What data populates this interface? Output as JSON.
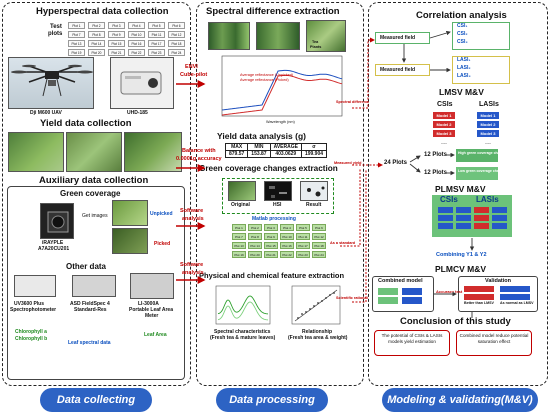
{
  "panel1": {
    "hyper_title": "Hyperspectral data collection",
    "test_plots_line1": "Test",
    "test_plots_line2": "plots",
    "plots": [
      "Plot 1",
      "Plot 2",
      "Plot 3",
      "Plot 4",
      "Plot 5",
      "Plot 6",
      "Plot 7",
      "Plot 8",
      "Plot 9",
      "Plot 10",
      "Plot 11",
      "Plot 12",
      "Plot 13",
      "Plot 14",
      "Plot 15",
      "Plot 16",
      "Plot 17",
      "Plot 18",
      "Plot 19",
      "Plot 20",
      "Plot 21",
      "Plot 22",
      "Plot 23",
      "Plot 24"
    ],
    "uav_label": "Dji M600 UAV",
    "uhd_label": "UHD-185",
    "yield_title": "Yield data collection",
    "aux_title": "Auxiliary data collection",
    "green_title": "Green coverage",
    "get_images": "Get images",
    "camera_line1": "iRAYPLE",
    "camera_line2": "A7A20CU201",
    "unpicked": "Unpicked",
    "picked": "Picked",
    "other_title": "Other data",
    "inst1_line1": "UV3600 Plus",
    "inst1_line2": "Spectrophotometer",
    "inst2_line1": "ASD FieldSpec 4",
    "inst2_line2": "Standard-Res",
    "inst3_line1": "LI-3000A",
    "inst3_line2": "Portable Leaf Area",
    "inst3_line3": "Meter",
    "chl_line1": "Chlorophyll a",
    "chl_line2": "Chlorophyll b",
    "leaf_spectral": "Leaf spectral data",
    "leaf_area": "Leaf Area"
  },
  "panel2": {
    "spec_title": "Spectral difference extraction",
    "tea_labels": [
      "Tea",
      "Plants"
    ],
    "legend1": "Average reflectance (Unpicked)",
    "legend2": "Average reflectance (Picked)",
    "xlabel": "Wavelength (nm)",
    "ylabel": "Reflectance",
    "spectral_diff": "Spectral difference",
    "yield_title": "Yield data analysis (g)",
    "table_headers": [
      "MAX",
      "MIN",
      "AVERAGE",
      "σ"
    ],
    "table_values": [
      "879.57",
      "153.87",
      "403.0629",
      "199.904"
    ],
    "measured_yield": "Measured yield",
    "green_title": "Green coverage changes extraction",
    "img_labels": [
      "Original",
      "HSI",
      "Result"
    ],
    "matlab": "Matlab processing",
    "as_standard": "As a standard",
    "plots_small": [
      "Plot 1",
      "Plot 2",
      "Plot 3",
      "Plot 4",
      "Plot 5",
      "Plot 6",
      "Plot 7",
      "Plot 8",
      "Plot 9",
      "Plot 10",
      "Plot 11",
      "Plot 12",
      "Plot 13",
      "Plot 14",
      "Plot 15",
      "Plot 16",
      "Plot 17",
      "Plot 18",
      "Plot 19",
      "Plot 20",
      "Plot 21",
      "Plot 22",
      "Plot 23",
      "Plot 24"
    ],
    "phys_title": "Physical and chemical feature extraction",
    "spec_char_line1": "Spectral characteristics",
    "spec_char_line2": "(Fresh tea & mature leaves)",
    "relation_line1": "Relationship",
    "relation_line2": "(Fresh tea area & weight)",
    "scientific": "Scientific rationale"
  },
  "arrows": {
    "envi_line1": "ENVI",
    "envi_line2": "Cube-pilot",
    "balance_line1": "Balance with",
    "balance_line2": "0.0001g accuracy",
    "software1_line1": "Software",
    "software1_line2": "analysis",
    "software2_line1": "Software",
    "software2_line2": "analysis"
  },
  "panel3": {
    "corr_title": "Correlation analysis",
    "measured_field": "Measured field",
    "csi_rows": [
      "CSI₁",
      "CSI₂",
      "CSI₃"
    ],
    "lasi_rows": [
      "LASI₁",
      "LASI₂",
      "LASI₃"
    ],
    "lmsv_title": "LMSV M&V",
    "csis": "CSIs",
    "lasis": "LASIs",
    "models": [
      "Model 1",
      "Model 2",
      "Model 3",
      "....."
    ],
    "plots24": "24 Plots",
    "plots12a": "12 Plots",
    "plots12b": "12 Plots",
    "high_green": "High green coverage change",
    "low_green": "Low green coverage change",
    "plmsv_title": "PLMSV M&V",
    "combining": "Combining Y1 & Y2",
    "plmcv_title": "PLMCV M&V",
    "combined_model": "Combined model",
    "validation": "Validation",
    "accuracy_test": "Accuracy test",
    "better_than": "Better than LMSV",
    "as_normal": "As normal as LMSV",
    "concl_title": "Conclusion of this study",
    "concl1": "The potential of CSIs & LASIs models yield estimation",
    "concl2": "Combined model reduce potential saturation effect"
  },
  "bottom": {
    "b1": "Data collecting",
    "b2": "Data processing",
    "b3": "Modeling & validating(M&V)"
  },
  "colors": {
    "accent": "#2d63c4",
    "red": "#c00000",
    "green_box": "#5ab36a"
  }
}
